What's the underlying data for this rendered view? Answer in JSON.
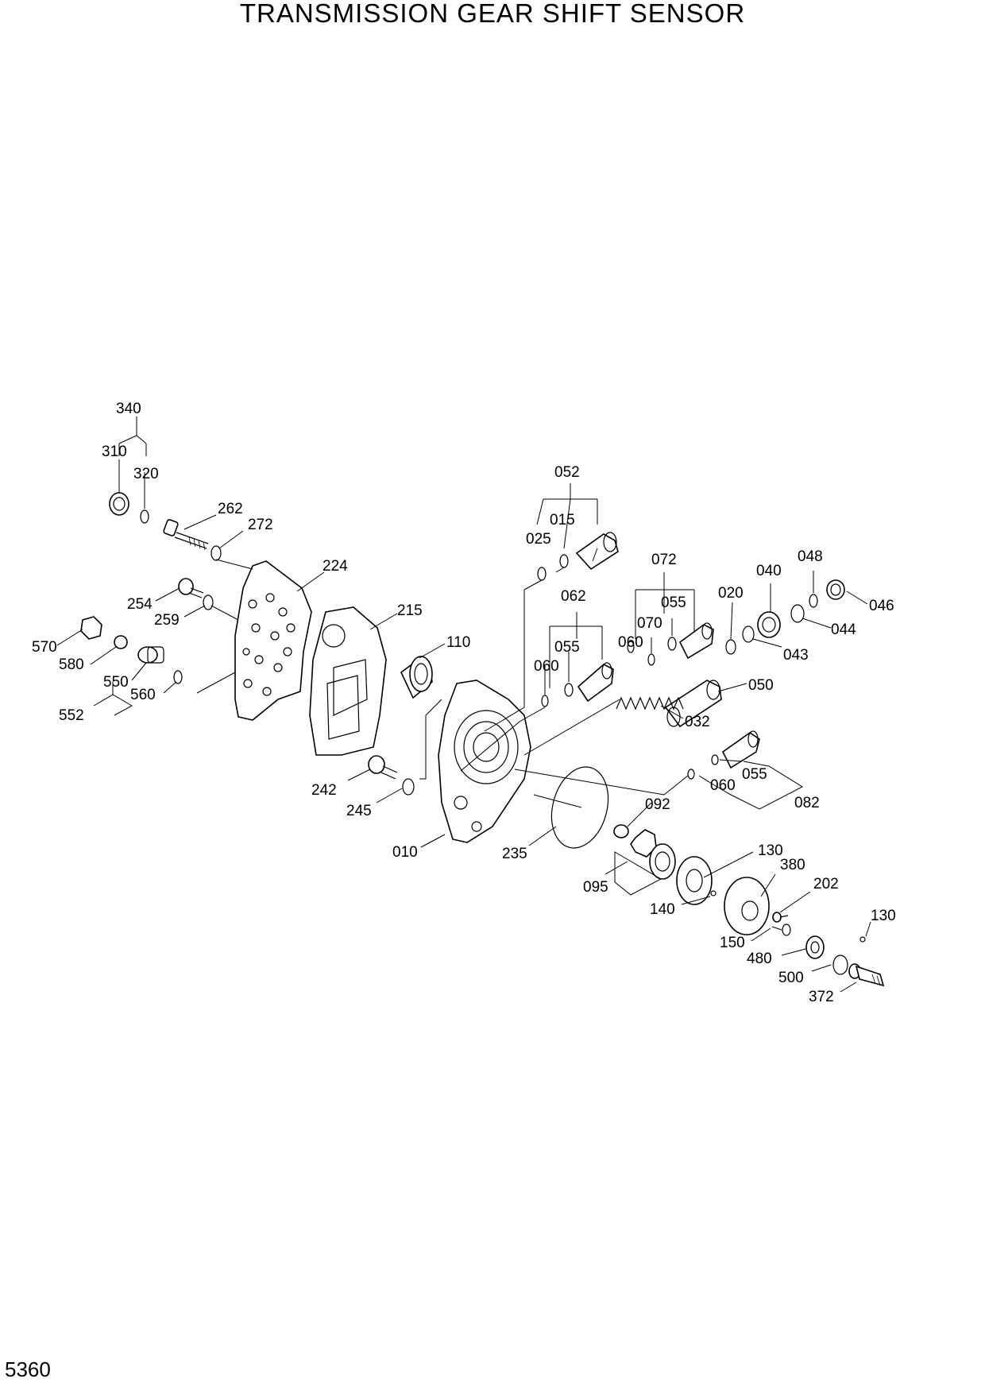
{
  "title": "TRANSMISSION GEAR SHIFT SENSOR",
  "page_number": "5360",
  "labels": {
    "p340": "340",
    "p310": "310",
    "p320": "320",
    "p262": "262",
    "p272": "272",
    "p224": "224",
    "p254": "254",
    "p259": "259",
    "p215": "215",
    "p570": "570",
    "p580": "580",
    "p550": "550",
    "p560": "560",
    "p552": "552",
    "p110": "110",
    "p052": "052",
    "p015": "015",
    "p025": "025",
    "p072": "072",
    "p062": "062",
    "p055a": "055",
    "p070": "070",
    "p060a": "060",
    "p055b": "055",
    "p060b": "060",
    "p020": "020",
    "p040": "040",
    "p048": "048",
    "p046": "046",
    "p044": "044",
    "p043": "043",
    "p050": "050",
    "p032": "032",
    "p242": "242",
    "p245": "245",
    "p010": "010",
    "p235": "235",
    "p092": "092",
    "p060c": "060",
    "p055c": "055",
    "p082": "082",
    "p095": "095",
    "p130a": "130",
    "p380": "380",
    "p140": "140",
    "p202": "202",
    "p150": "150",
    "p130b": "130",
    "p480": "480",
    "p500": "500",
    "p372": "372"
  }
}
